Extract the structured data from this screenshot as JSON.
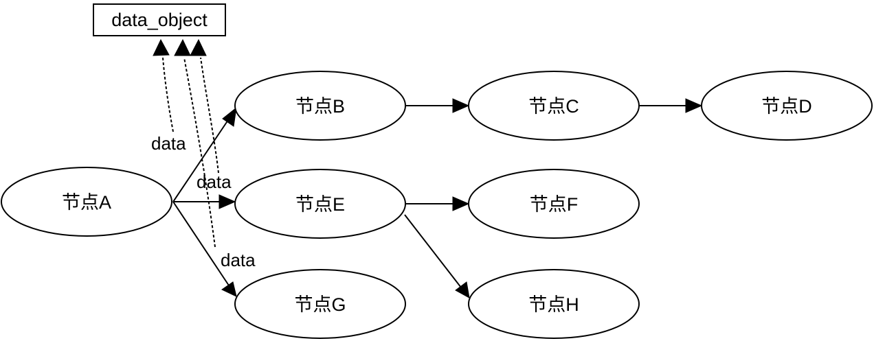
{
  "nodes": {
    "data_object": "data_object",
    "A": "节点A",
    "B": "节点B",
    "C": "节点C",
    "D": "节点D",
    "E": "节点E",
    "F": "节点F",
    "G": "节点G",
    "H": "节点H"
  },
  "edge_labels": {
    "data_1": "data",
    "data_2": "data",
    "data_3": "data"
  }
}
